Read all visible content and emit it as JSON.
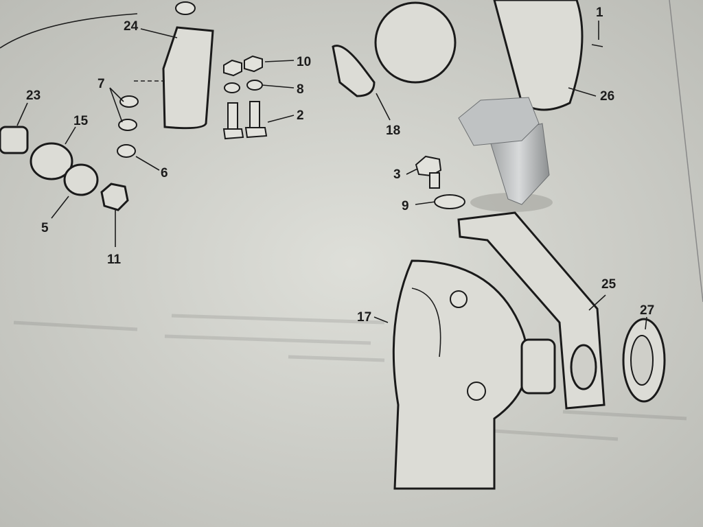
{
  "photo": {
    "subject": "parts-diagram-with-bolt",
    "colors": {
      "paper": "#d6d6d0",
      "ink": "#1c1c1c",
      "bolt": "#b9bcbd"
    }
  },
  "labels": {
    "p1": "1",
    "p2": "2",
    "p3": "3",
    "p5": "5",
    "p6": "6",
    "p7": "7",
    "p8": "8",
    "p9": "9",
    "p10": "10",
    "p11": "11",
    "p15": "15",
    "p17": "17",
    "p18": "18",
    "p23": "23",
    "p24": "24",
    "p25": "25",
    "p26": "26",
    "p27": "27"
  }
}
